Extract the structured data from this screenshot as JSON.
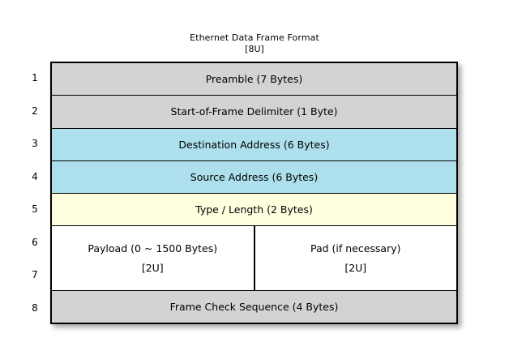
{
  "title": {
    "main": "Ethernet Data Frame Format",
    "subtitle": "[8U]"
  },
  "colors": {
    "gray": "#d3d3d3",
    "blue": "#ade0ec",
    "cream": "#ffffe0",
    "white": "#ffffff",
    "border": "#000000"
  },
  "row_numbers": [
    "1",
    "2",
    "3",
    "4",
    "5",
    "6",
    "7",
    "8"
  ],
  "rows": [
    {
      "number": "1",
      "label": "Preamble (7 Bytes)",
      "fill": "gray"
    },
    {
      "number": "2",
      "label": "Start-of-Frame Delimiter (1 Byte)",
      "fill": "gray"
    },
    {
      "number": "3",
      "label": "Destination Address (6 Bytes)",
      "fill": "blue"
    },
    {
      "number": "4",
      "label": "Source Address (6 Bytes)",
      "fill": "blue"
    },
    {
      "number": "5",
      "label": "Type / Length (2 Bytes)",
      "fill": "cream"
    },
    {
      "number": "6-7",
      "fill": "white",
      "split": true,
      "left": {
        "label": "Payload (0 ~ 1500 Bytes)",
        "sub": "[2U]"
      },
      "right": {
        "label": "Pad (if necessary)",
        "sub": "[2U]"
      }
    },
    {
      "number": "8",
      "label": "Frame Check Sequence (4 Bytes)",
      "fill": "gray"
    }
  ]
}
